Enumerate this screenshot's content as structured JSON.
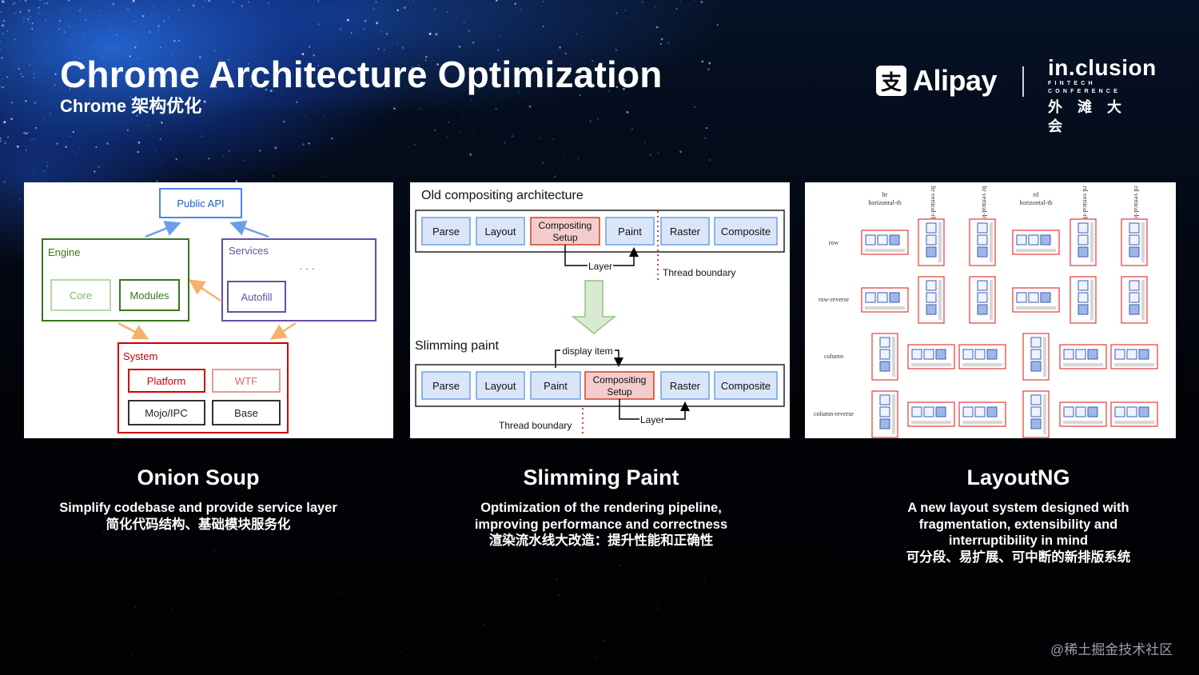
{
  "slide": {
    "title": "Chrome Architecture Optimization",
    "subtitle": "Chrome 架构优化"
  },
  "logos": {
    "alipay": {
      "mark": "支",
      "name": "Alipay"
    },
    "inclusion": {
      "name": "in.clusion",
      "tagline": "FINTECH CONFERENCE",
      "chinese": "外滩大会"
    }
  },
  "onion_soup": {
    "diagram": {
      "public_api": "Public API",
      "engine": "Engine",
      "core": "Core",
      "modules": "Modules",
      "services": "Services",
      "ellipsis": "· · ·",
      "autofill": "Autofill",
      "system": "System",
      "platform": "Platform",
      "wtf": "WTF",
      "mojo_ipc": "Mojo/IPC",
      "base": "Base"
    },
    "heading": "Onion Soup",
    "desc_en": "Simplify codebase and provide service layer",
    "desc_cn": "简化代码结构、基础模块服务化"
  },
  "slimming_paint": {
    "diagram": {
      "old_title": "Old compositing architecture",
      "new_title": "Slimming paint",
      "parse": "Parse",
      "layout": "Layout",
      "compositing": "Compositing",
      "setup": "Setup",
      "paint": "Paint",
      "raster": "Raster",
      "composite": "Composite",
      "layer": "Layer",
      "display_item": "display item",
      "thread_boundary": "Thread boundary"
    },
    "heading": "Slimming Paint",
    "desc_en_1": "Optimization of the rendering pipeline,",
    "desc_en_2": "improving performance and correctness",
    "desc_cn": "渲染流水线大改造：提升性能和正确性"
  },
  "layout_ng": {
    "diagram": {
      "col_ltr_htb_1": "ltr",
      "col_ltr_htb_2": "horizontal-tb",
      "col_ltr_vrl": "ltr vertical-rl",
      "col_ltr_vlr": "ltr vertical-lr",
      "col_rtl_htb_1": "rtl",
      "col_rtl_htb_2": "horizontal-tb",
      "col_rtl_vrl": "rtl vertical-rl",
      "col_rtl_vlr": "rtl vertical-lr",
      "row_row": "row",
      "row_row_reverse": "row-reverse",
      "row_column": "column",
      "row_column_reverse": "column-reverse"
    },
    "heading": "LayoutNG",
    "desc_en_1": "A new layout system designed with",
    "desc_en_2": "fragmentation, extensibility and",
    "desc_en_3": "interruptibility in mind",
    "desc_cn": "可分段、易扩展、可中断的新排版系统"
  },
  "colors": {
    "blue": "#4a86e8",
    "blue_fill": "#dae6f8",
    "green": "#38761d",
    "light_green": "#b6d7a8",
    "purple": "#674ea7",
    "red": "#cc0000",
    "light_red": "#ea9999",
    "orange": "#f6b26b",
    "dark": "#333333"
  },
  "watermark": "@稀土掘金技术社区"
}
